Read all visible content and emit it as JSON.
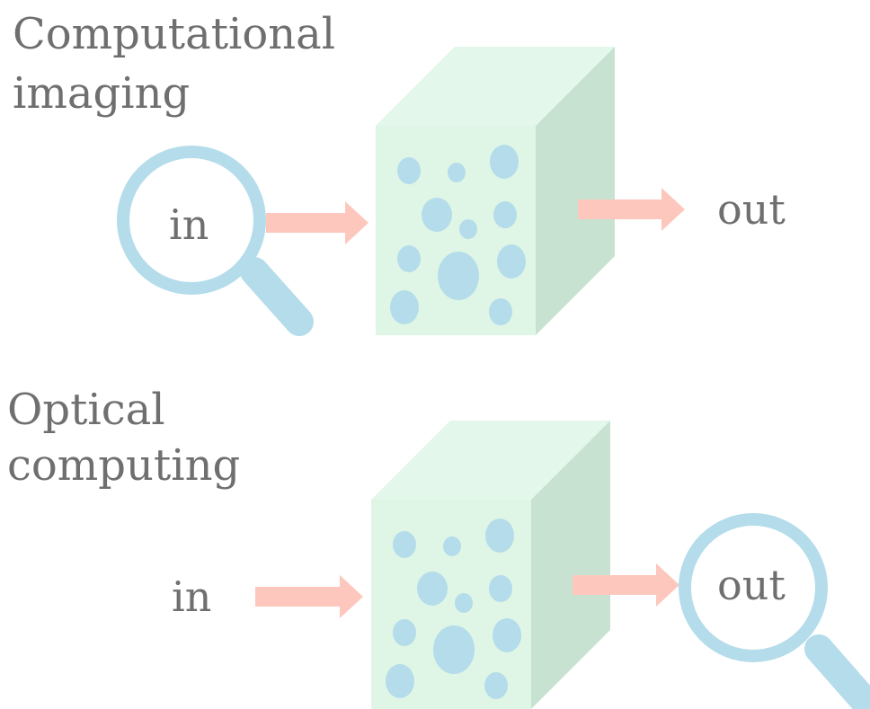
{
  "top_panel": {
    "title_line1": "Computational",
    "title_line2": "imaging",
    "input_label": "in",
    "output_label": "out"
  },
  "bottom_panel": {
    "title_line1": "Optical",
    "title_line2": "computing",
    "input_label": "in",
    "output_label": "out"
  },
  "colors": {
    "text": "#6f6f6f",
    "magnifier": "#b4dcea",
    "arrow": "#fdc7bd",
    "cube_front": "#dff6e6",
    "cube_top": "#e3f7ea",
    "cube_side": "#c8e2d2",
    "scatterer": "#b4dcea"
  }
}
